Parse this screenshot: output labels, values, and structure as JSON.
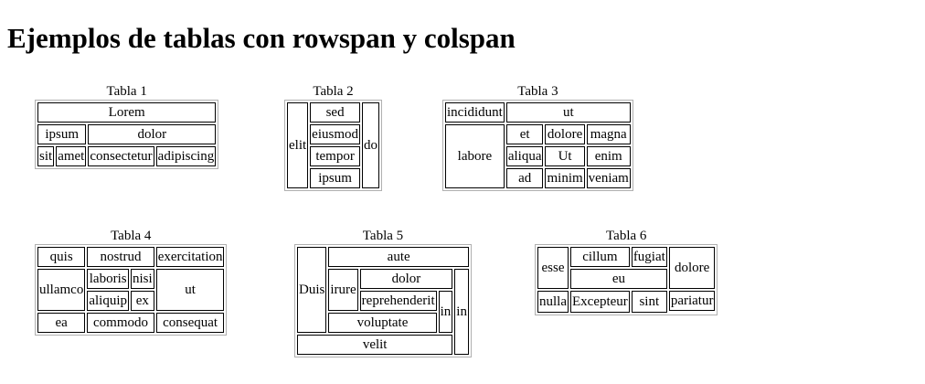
{
  "page": {
    "title": "Ejemplos de tablas con rowspan y colspan"
  },
  "tables": [
    {
      "caption": "Tabla 1",
      "cells": [
        "Lorem",
        "ipsum",
        "dolor",
        "sit",
        "amet",
        "consectetur",
        "adipiscing"
      ]
    },
    {
      "caption": "Tabla 2",
      "cells": [
        "elit",
        "sed",
        "do",
        "eiusmod",
        "tempor",
        "ipsum"
      ]
    },
    {
      "caption": "Tabla 3",
      "cells": [
        "incididunt",
        "ut",
        "labore",
        "et",
        "dolore",
        "magna",
        "aliqua",
        "Ut",
        "enim",
        "ad",
        "minim",
        "veniam"
      ]
    },
    {
      "caption": "Tabla 4",
      "cells": [
        "quis",
        "nostrud",
        "exercitation",
        "ullamco",
        "laboris",
        "nisi",
        "ut",
        "aliquip",
        "ex",
        "ea",
        "commodo",
        "consequat"
      ]
    },
    {
      "caption": "Tabla 5",
      "cells": [
        "Duis",
        "aute",
        "irure",
        "dolor",
        "in",
        "in",
        "reprehenderit",
        "voluptate",
        "velit"
      ]
    },
    {
      "caption": "Tabla 6",
      "cells": [
        "esse",
        "cillum",
        "fugiat",
        "dolore",
        "eu",
        "nulla",
        "pariatur",
        "Excepteur",
        "sint"
      ]
    }
  ]
}
